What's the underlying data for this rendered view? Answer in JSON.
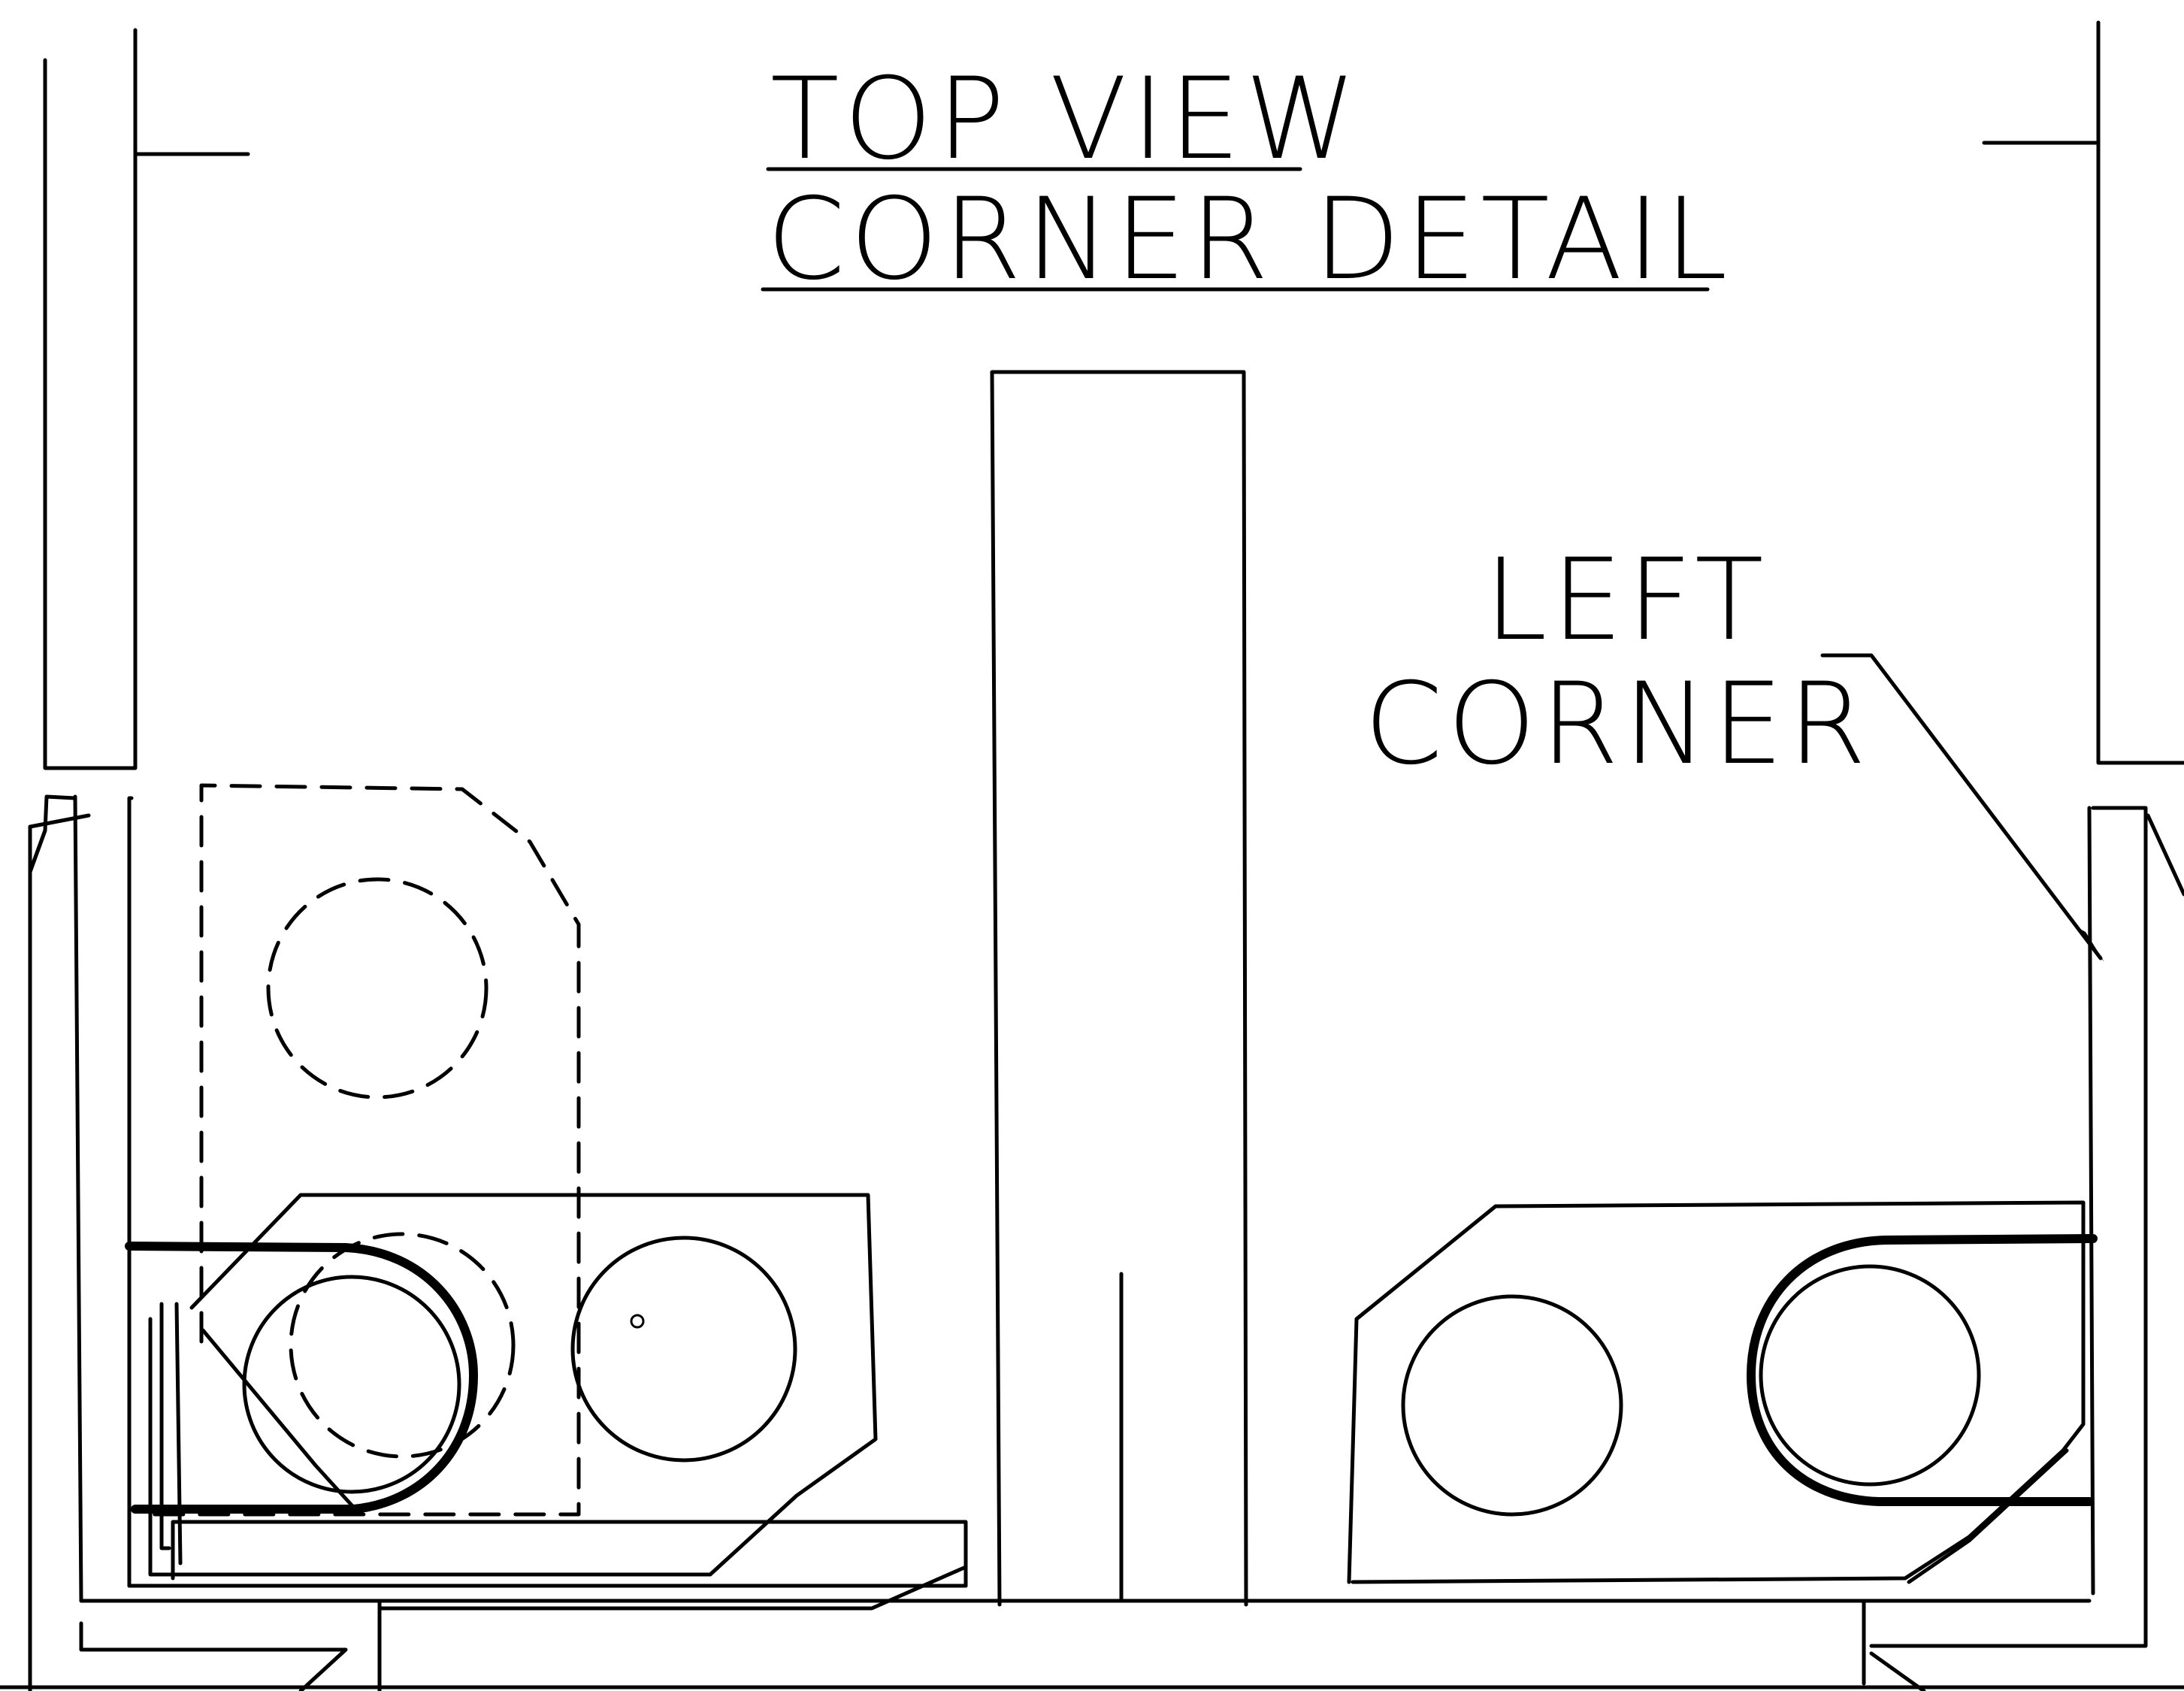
{
  "title": {
    "line1": "TOP VIEW",
    "line2": "CORNER DETAIL"
  },
  "callout": {
    "line1": "LEFT",
    "line2": "CORNER"
  }
}
